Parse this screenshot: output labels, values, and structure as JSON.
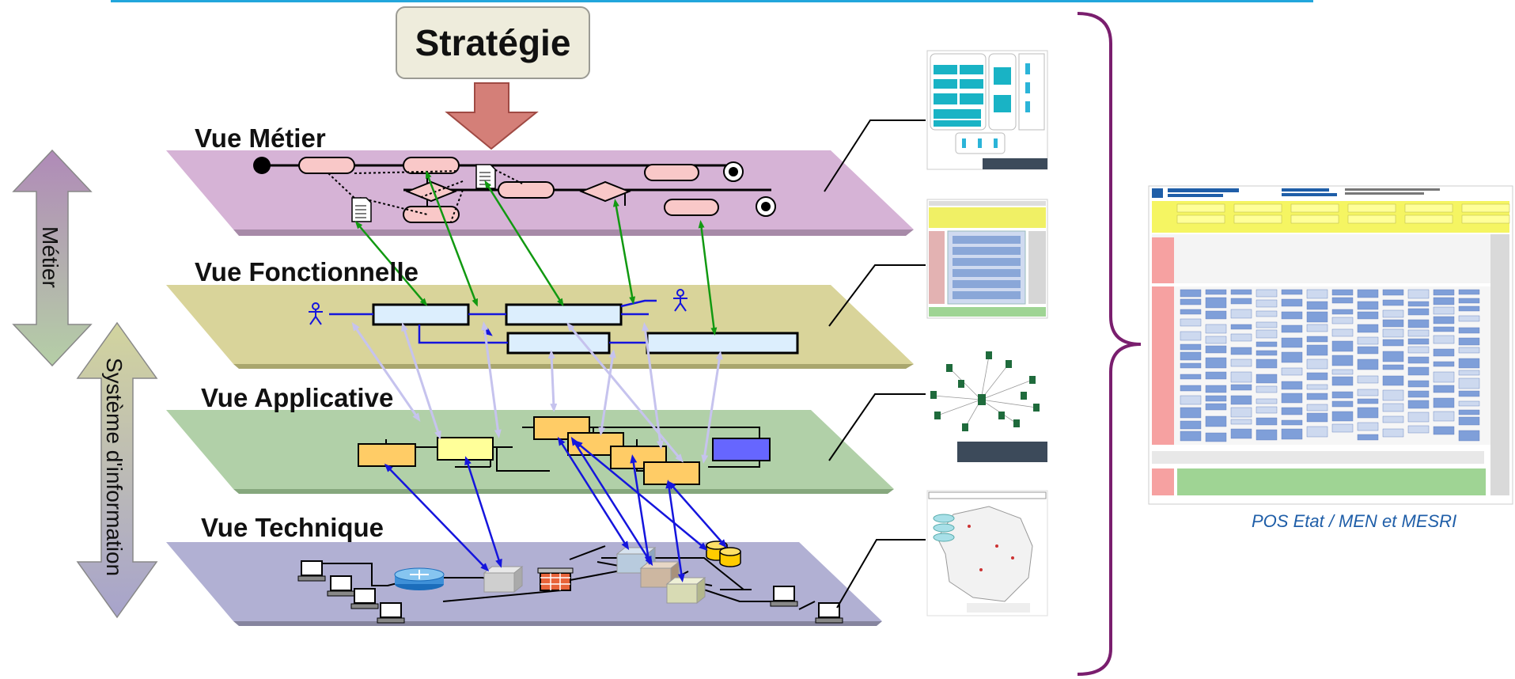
{
  "strategy": {
    "label": "Stratégie"
  },
  "layers": {
    "metier": "Vue Métier",
    "fonctionnelle": "Vue Fonctionnelle",
    "applicative": "Vue Applicative",
    "technique": "Vue Technique"
  },
  "side_arrows": {
    "metier": "Métier",
    "si": "Système d'information"
  },
  "caption": "POS Etat / MEN et MESRI",
  "colors": {
    "metier_plane": "#d6b3d6",
    "fonctionnelle_plane": "#d9d49a",
    "applicative_plane": "#b1d0a8",
    "technique_plane": "#b1b0d3",
    "green_link": "#119911",
    "blue_link": "#1515dd",
    "lavender_link": "#c6c3ee",
    "brace": "#7a1e6e",
    "strategy_arrow": "#d47f78"
  }
}
